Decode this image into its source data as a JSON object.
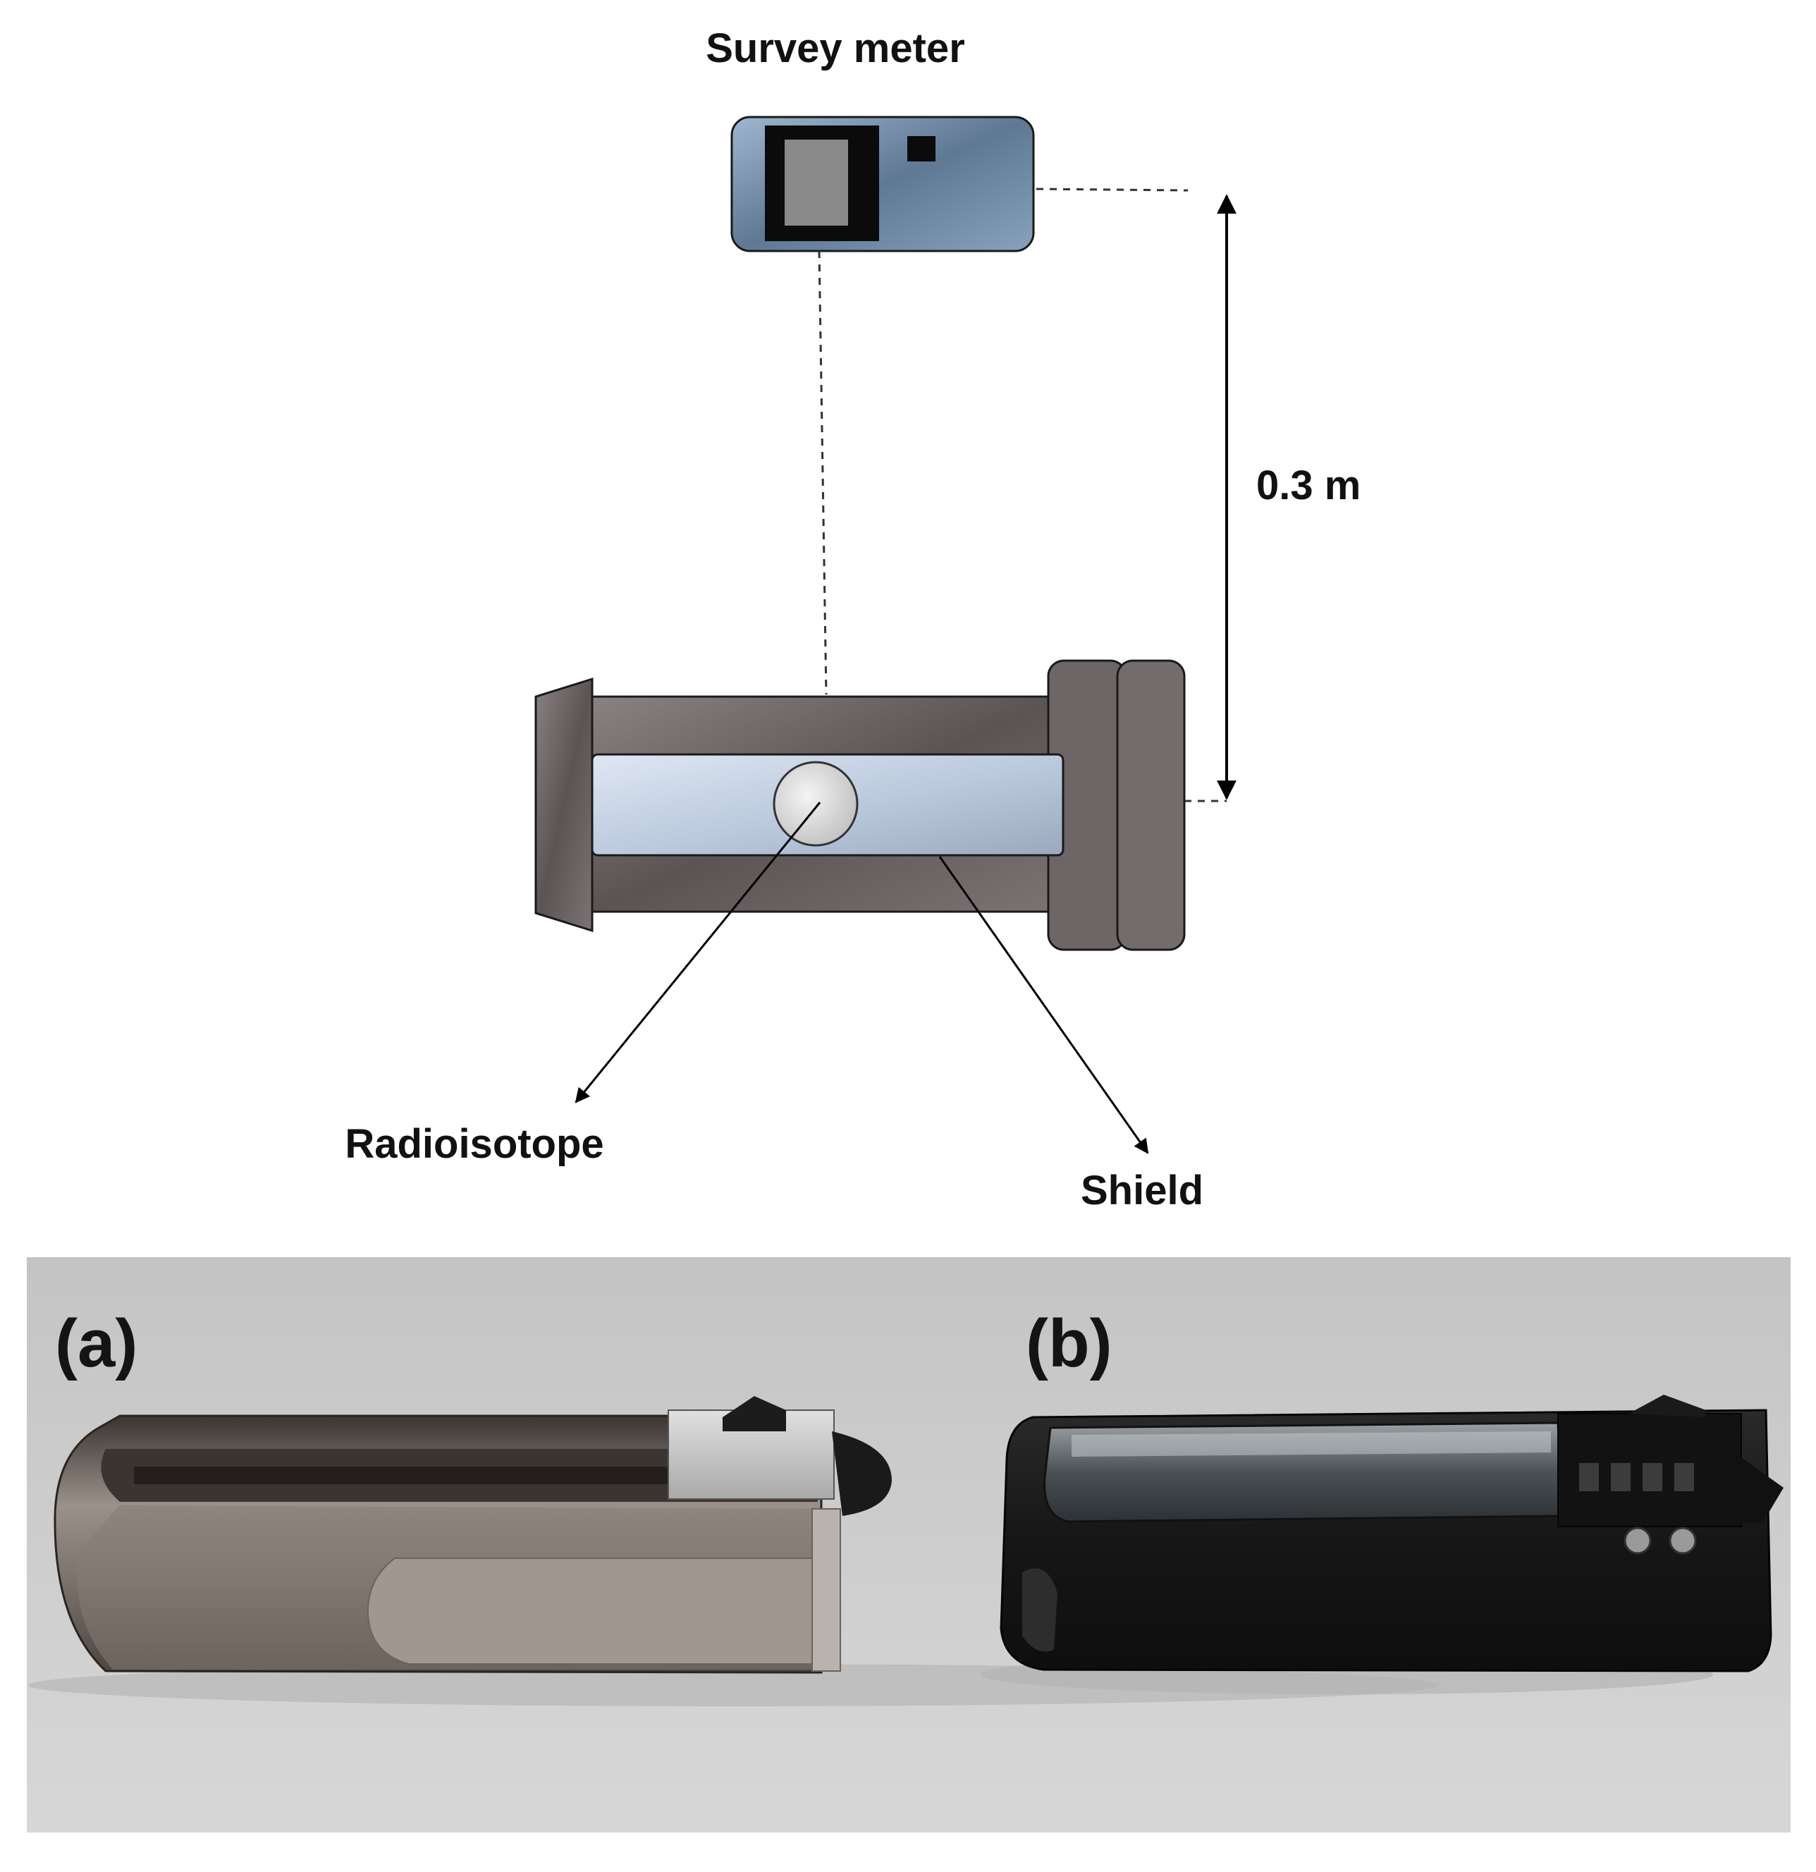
{
  "diagram": {
    "survey_meter_label": "Survey meter",
    "distance_label": "0.3 m",
    "radioisotope_label": "Radioisotope",
    "shield_label": "Shield"
  },
  "photo": {
    "panel_a_label": "(a)",
    "panel_b_label": "(b)"
  },
  "colors": {
    "meter_body": "#6f8aa6",
    "shield_body": "#6e6666",
    "shield_window": "#c9d6e6",
    "source_circle": "#d8d8d8",
    "photo_background": "#cdcdcd",
    "holder_a_metal": "#8a8078",
    "holder_b_black": "#1c1c1c"
  }
}
